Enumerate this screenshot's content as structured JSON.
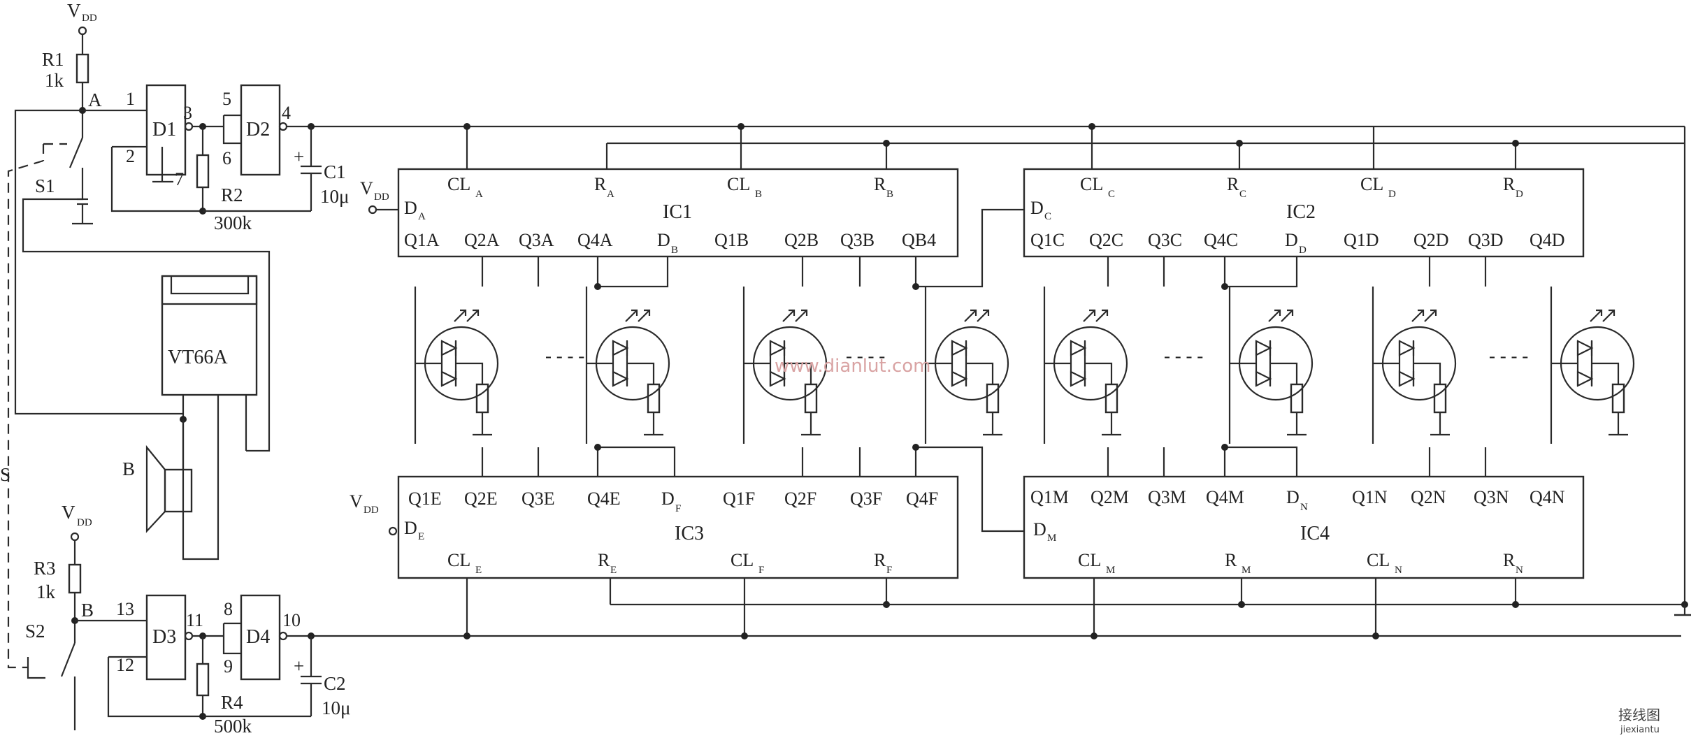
{
  "supply": {
    "vdd_main": "V",
    "vdd_sub": "DD"
  },
  "switch_link_label": "S",
  "top_input": {
    "r1": "R1",
    "r1_value": "1k",
    "node": "A",
    "switch": "S1",
    "gate1": "D1",
    "gate2": "D2",
    "pins": [
      "1",
      "2",
      "3",
      "5",
      "6",
      "4",
      "7"
    ],
    "r2": "R2",
    "r2_value": "300k",
    "c1": "C1",
    "c1_value": "10μ",
    "plus": "+"
  },
  "bottom_input": {
    "r3": "R3",
    "r3_value": "1k",
    "node": "B",
    "switch": "S2",
    "gate1": "D3",
    "gate2": "D4",
    "pins": [
      "13",
      "12",
      "11",
      "8",
      "9",
      "10"
    ],
    "r4": "R4",
    "r4_value": "500k",
    "c2": "C2",
    "c2_value": "10μ",
    "plus": "+"
  },
  "music_chip": {
    "label": "VT66A"
  },
  "speaker": {
    "label": "B"
  },
  "ic1": {
    "name": "IC1",
    "top_pins": [
      [
        "CL",
        "A"
      ],
      [
        "R",
        "A"
      ],
      [
        "CL",
        "B"
      ],
      [
        "R",
        "B"
      ]
    ],
    "data_in": [
      "D",
      "A"
    ],
    "bottom_pins": [
      "Q1A",
      "Q2A",
      "Q3A",
      "Q4A",
      "D_B",
      "Q1B",
      "Q2B",
      "Q3B",
      "QB4"
    ]
  },
  "ic2": {
    "name": "IC2",
    "top_pins": [
      [
        "CL",
        "C"
      ],
      [
        "R",
        "C"
      ],
      [
        "CL",
        "D"
      ],
      [
        "R",
        "D"
      ]
    ],
    "data_in": [
      "D",
      "C"
    ],
    "bottom_pins": [
      "Q1C",
      "Q2C",
      "Q3C",
      "Q4C",
      "D_D",
      "Q1D",
      "Q2D",
      "Q3D",
      "Q4D"
    ]
  },
  "ic3": {
    "name": "IC3",
    "top_pins": [
      "Q1E",
      "Q2E",
      "Q3E",
      "Q4E",
      "D_F",
      "Q1F",
      "Q2F",
      "Q3F",
      "Q4F"
    ],
    "data_in": [
      "D",
      "E"
    ],
    "bottom_pins": [
      [
        "CL",
        "E"
      ],
      [
        "R",
        "E"
      ],
      [
        "CL",
        "F"
      ],
      [
        "R",
        "F"
      ]
    ]
  },
  "ic4": {
    "name": "IC4",
    "top_pins": [
      "Q1M",
      "Q2M",
      "Q3M",
      "Q4M",
      "D_N",
      "Q1N",
      "Q2N",
      "Q3N",
      "Q4N"
    ],
    "data_in": [
      "D",
      "M"
    ],
    "bottom_pins": [
      [
        "CL",
        "M"
      ],
      [
        "R",
        "M"
      ],
      [
        "CL",
        "N"
      ],
      [
        "R",
        "N"
      ]
    ]
  },
  "ellipsis": "- - - -",
  "watermark": "www.dianlut.com",
  "logo": {
    "top": "接线图",
    "bottom": "jiexiantu"
  }
}
